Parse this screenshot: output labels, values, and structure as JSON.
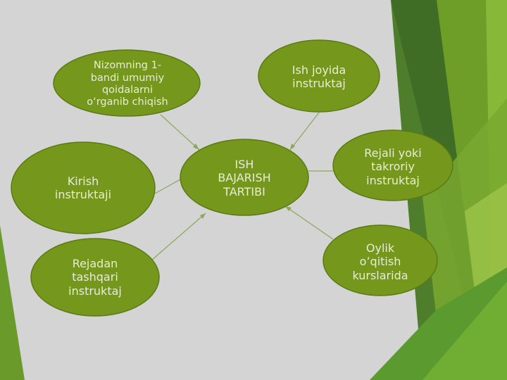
{
  "diagram": {
    "center": {
      "text": "ISH\nBAJARISH\nTARTIBI"
    },
    "nodes": [
      {
        "id": "nizomning",
        "text": "Nizomning 1-\nbandi umumiy\nqoidalarni\no‘rganib chiqish"
      },
      {
        "id": "ish-joyida",
        "text": "Ish joyida\ninstruktaj"
      },
      {
        "id": "kirish",
        "text": "Kirish\ninstruktaji"
      },
      {
        "id": "rejali",
        "text": "Rejali yoki\ntakroriy\ninstruktaj"
      },
      {
        "id": "rejadan",
        "text": "Rejadan\ntashqari\ninstruktaj"
      },
      {
        "id": "oylik",
        "text": "Oylik\no’qitish\nkurslarida"
      }
    ]
  },
  "colors": {
    "background": "#d4d4d4",
    "node_fill": "#75981c",
    "node_stroke": "#5a7a14",
    "text": "#e8ecd6",
    "connector": "#8aa85a",
    "stripe_dark": "#3f7228",
    "stripe_light": "#7aab2a"
  }
}
